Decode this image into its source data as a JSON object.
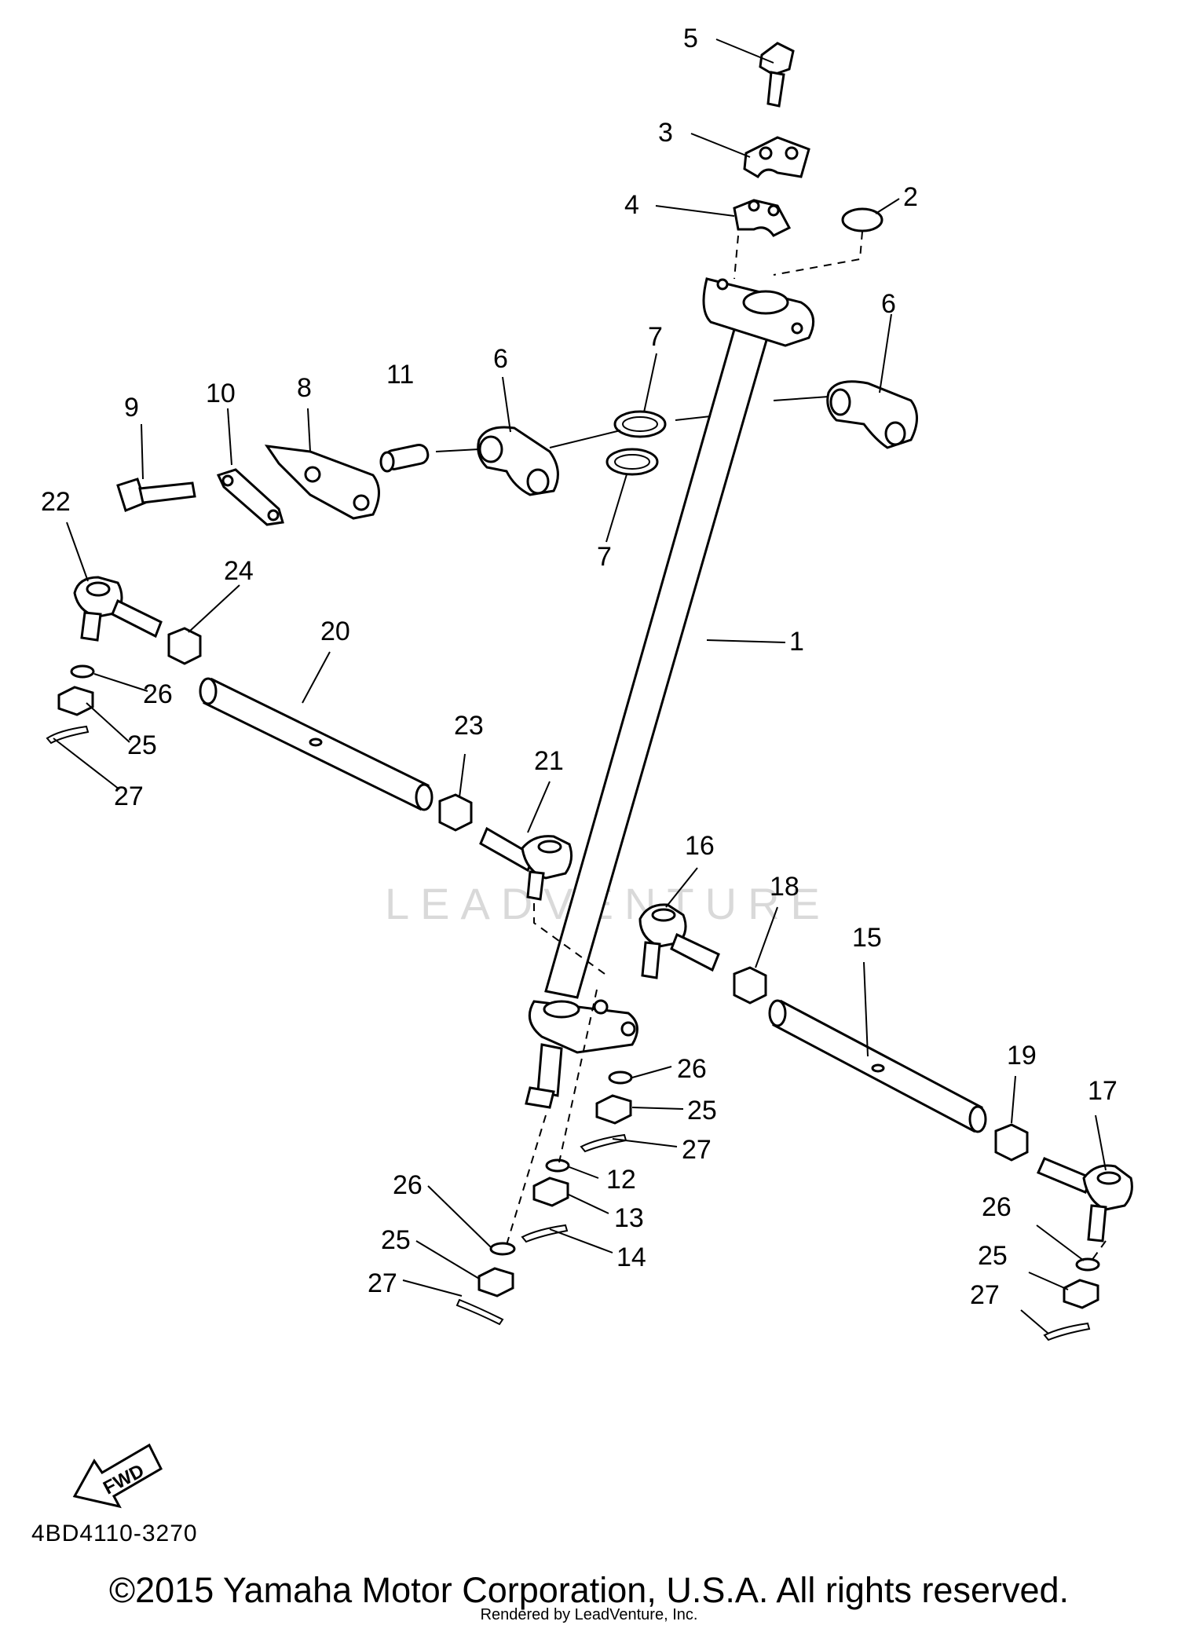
{
  "diagram": {
    "diagram_code": "4BD4110-3270",
    "fwd_label": "FWD",
    "watermark": "LEADVENTURE",
    "copyright": "©2015 Yamaha Motor Corporation, U.S.A. All rights reserved.",
    "rendered_by": "Rendered by LeadVenture, Inc."
  },
  "callouts": [
    {
      "id": "c5",
      "label": "5"
    },
    {
      "id": "c3",
      "label": "3"
    },
    {
      "id": "c4",
      "label": "4"
    },
    {
      "id": "c2",
      "label": "2"
    },
    {
      "id": "c6a",
      "label": "6"
    },
    {
      "id": "c6b",
      "label": "6"
    },
    {
      "id": "c7a",
      "label": "7"
    },
    {
      "id": "c7b",
      "label": "7"
    },
    {
      "id": "c11",
      "label": "11"
    },
    {
      "id": "c8",
      "label": "8"
    },
    {
      "id": "c10",
      "label": "10"
    },
    {
      "id": "c9",
      "label": "9"
    },
    {
      "id": "c22",
      "label": "22"
    },
    {
      "id": "c24",
      "label": "24"
    },
    {
      "id": "c20",
      "label": "20"
    },
    {
      "id": "c1",
      "label": "1"
    },
    {
      "id": "c26a",
      "label": "26"
    },
    {
      "id": "c25a",
      "label": "25"
    },
    {
      "id": "c27a",
      "label": "27"
    },
    {
      "id": "c23",
      "label": "23"
    },
    {
      "id": "c21",
      "label": "21"
    },
    {
      "id": "c16",
      "label": "16"
    },
    {
      "id": "c18",
      "label": "18"
    },
    {
      "id": "c15",
      "label": "15"
    },
    {
      "id": "c19",
      "label": "19"
    },
    {
      "id": "c17",
      "label": "17"
    },
    {
      "id": "c26b",
      "label": "26"
    },
    {
      "id": "c25b",
      "label": "25"
    },
    {
      "id": "c27b",
      "label": "27"
    },
    {
      "id": "c26c",
      "label": "26"
    },
    {
      "id": "c25c",
      "label": "25"
    },
    {
      "id": "c27c",
      "label": "27"
    },
    {
      "id": "c12",
      "label": "12"
    },
    {
      "id": "c13",
      "label": "13"
    },
    {
      "id": "c14",
      "label": "14"
    },
    {
      "id": "c26d",
      "label": "26"
    },
    {
      "id": "c25d",
      "label": "25"
    },
    {
      "id": "c27d",
      "label": "27"
    }
  ]
}
